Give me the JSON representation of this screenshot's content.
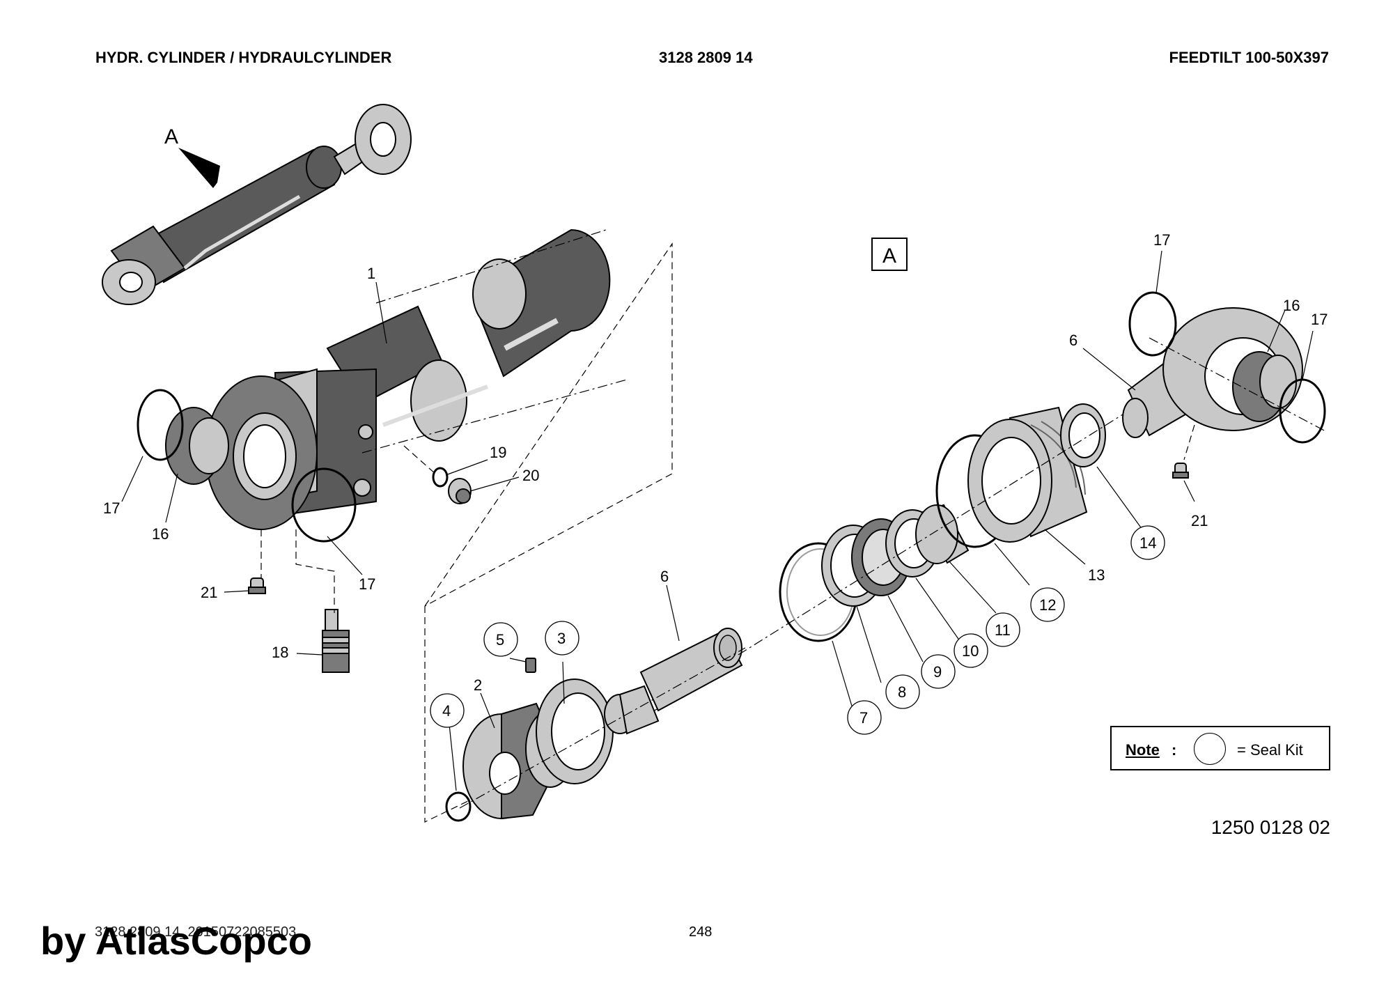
{
  "header": {
    "left": "HYDR. CYLINDER / HYDRAULCYLINDER",
    "middle": "3128 2809 14",
    "right": "FEEDTILT 100-50X397"
  },
  "view_marker": {
    "arrow_label": "A",
    "boxed_label": "A"
  },
  "part_labels": {
    "p1": "1",
    "p2": "2",
    "p3": "3",
    "p4": "4",
    "p5": "5",
    "p6a": "6",
    "p6b": "6",
    "p7": "7",
    "p8": "8",
    "p9": "9",
    "p10": "10",
    "p11": "11",
    "p12": "12",
    "p13": "13",
    "p14": "14",
    "p16a": "16",
    "p16b": "16",
    "p17a": "17",
    "p17b": "17",
    "p17c": "17",
    "p17d": "17",
    "p18": "18",
    "p19": "19",
    "p20": "20",
    "p21a": "21",
    "p21b": "21"
  },
  "note": {
    "label": "Note",
    "colon": ":",
    "text": "= Seal Kit"
  },
  "drawing_number": "1250 0128 02",
  "footer": {
    "id": "3128 2809 14_20150722085503",
    "page": "248"
  },
  "watermark": "by AtlasCopco"
}
